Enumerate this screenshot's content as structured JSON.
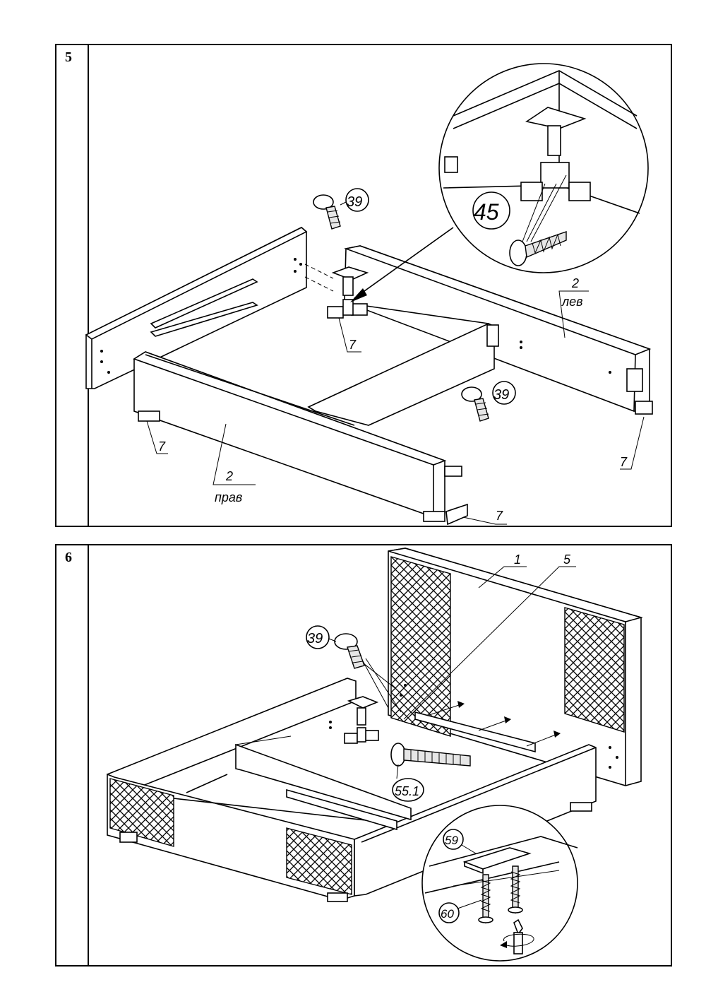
{
  "step5": {
    "number": "5",
    "labels": {
      "screw_top": "39",
      "screw_bottom": "39",
      "detail_screw": "45",
      "leg_center": "7",
      "leg_left": "7",
      "leg_front": "7",
      "leg_right": "7",
      "panel_right_num": "2",
      "panel_right_txt": "прав",
      "panel_left_num": "2",
      "panel_left_txt": "лев"
    }
  },
  "step6": {
    "number": "6",
    "labels": {
      "headboard": "1",
      "slat": "5",
      "screw_top": "39",
      "long_bolt": "55.1",
      "bracket": "59",
      "wood_screw": "60"
    }
  }
}
